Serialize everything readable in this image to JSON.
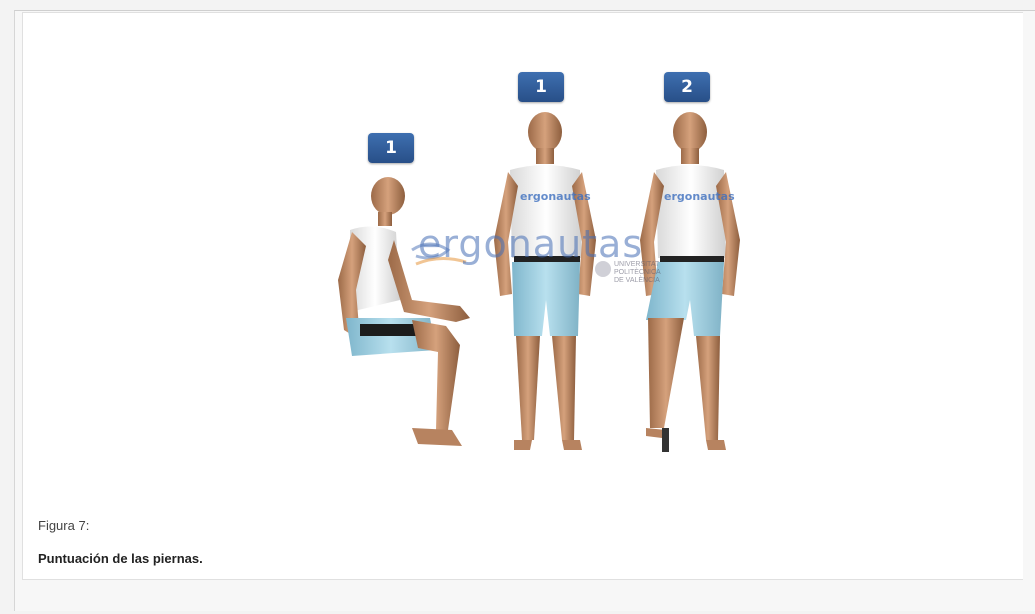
{
  "figure": {
    "badges": {
      "seated": "1",
      "standing_both": "1",
      "standing_one": "2"
    },
    "watermark": {
      "brand": "ergonautas",
      "org": [
        "UNIVERSITAT",
        "POLITÈCNICA",
        "DE VALÈNCIA"
      ]
    },
    "shirt_print": "ergonautas",
    "colors": {
      "badge": "#2f5e9e",
      "skin": "#c08e6a",
      "shirt": "#f1f1f1",
      "shorts": "#a8d4e4"
    }
  },
  "caption": {
    "label": "Figura 7:",
    "title": "Puntuación de las piernas."
  }
}
